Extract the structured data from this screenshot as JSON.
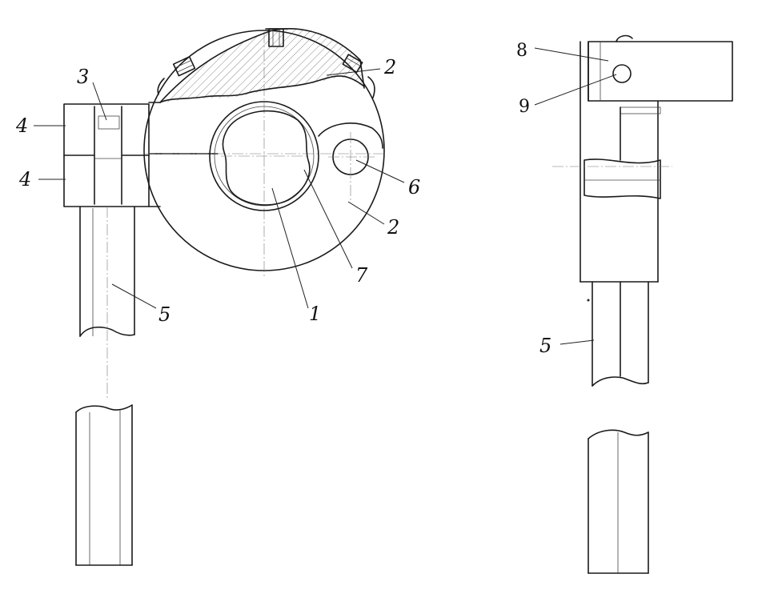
{
  "colors": {
    "ink": "#1a1a1a",
    "paper": "#ffffff"
  },
  "labels": {
    "l1": "1",
    "l2_top": "2",
    "l2_mid": "2",
    "l3": "3",
    "l4_top": "4",
    "l4_bottom": "4",
    "l5_left": "5",
    "l5_right": "5",
    "l6": "6",
    "l7": "7",
    "l8": "8",
    "l9": "9"
  }
}
